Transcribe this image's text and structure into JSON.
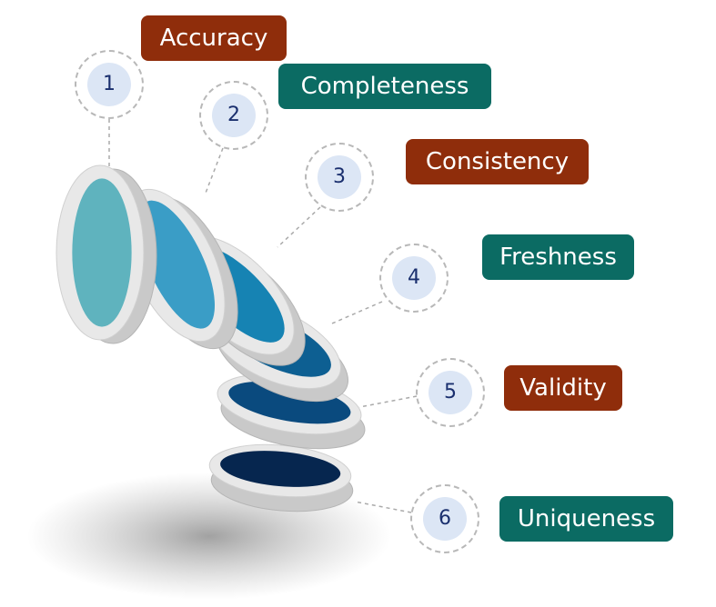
{
  "steps": [
    {
      "number": "1",
      "label": "Accuracy",
      "color": "#8f2d0b",
      "ring_color": "#5fb3be"
    },
    {
      "number": "2",
      "label": "Completeness",
      "color": "#0b6b63",
      "ring_color": "#3a9dc6"
    },
    {
      "number": "3",
      "label": "Consistency",
      "color": "#8f2d0b",
      "ring_color": "#1683b3"
    },
    {
      "number": "4",
      "label": "Freshness",
      "color": "#0b6b63",
      "ring_color": "#0d5f92"
    },
    {
      "number": "5",
      "label": "Validity",
      "color": "#8f2d0b",
      "ring_color": "#0a4a7e"
    },
    {
      "number": "6",
      "label": "Uniqueness",
      "color": "#0b6b63",
      "ring_color": "#06264f"
    }
  ]
}
